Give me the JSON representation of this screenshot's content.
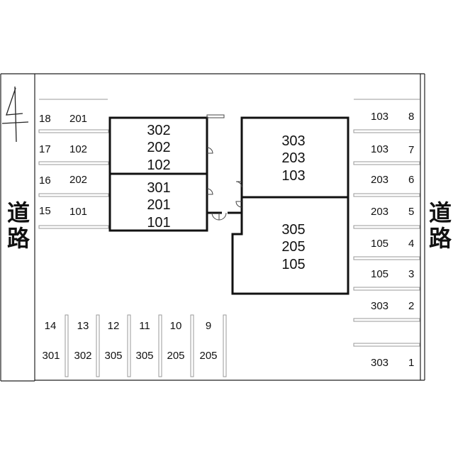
{
  "roads": {
    "left": [
      "道",
      "路"
    ],
    "right": [
      "道",
      "路"
    ]
  },
  "buildings": {
    "upper_left": [
      "302",
      "202",
      "102"
    ],
    "lower_left": [
      "301",
      "201",
      "101"
    ],
    "upper_right": [
      "303",
      "203",
      "103"
    ],
    "lower_right": [
      "305",
      "205",
      "105"
    ]
  },
  "parking_left": [
    {
      "space": "18",
      "room": "201"
    },
    {
      "space": "17",
      "room": "102"
    },
    {
      "space": "16",
      "room": "202"
    },
    {
      "space": "15",
      "room": "101"
    }
  ],
  "parking_bottom": [
    {
      "space": "14",
      "room": "301"
    },
    {
      "space": "13",
      "room": "302"
    },
    {
      "space": "12",
      "room": "305"
    },
    {
      "space": "11",
      "room": "305"
    },
    {
      "space": "10",
      "room": "205"
    },
    {
      "space": "9",
      "room": "205"
    }
  ],
  "parking_right": [
    {
      "space": "8",
      "room": "103"
    },
    {
      "space": "7",
      "room": "103"
    },
    {
      "space": "6",
      "room": "203"
    },
    {
      "space": "5",
      "room": "203"
    },
    {
      "space": "4",
      "room": "105"
    },
    {
      "space": "3",
      "room": "105"
    },
    {
      "space": "2",
      "room": "303"
    },
    {
      "space": "1",
      "room": "303"
    }
  ]
}
